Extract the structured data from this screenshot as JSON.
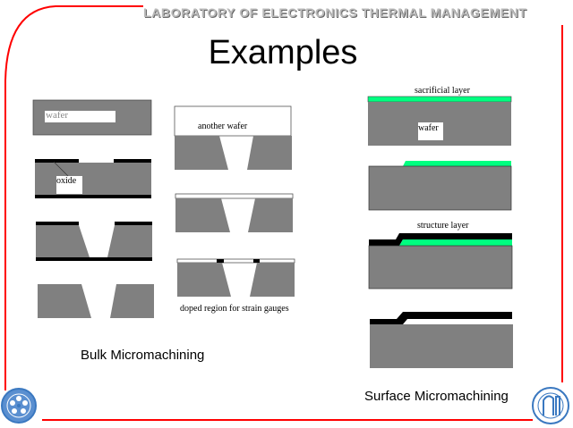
{
  "header": {
    "lab_name": "LABORATORY OF ELECTRONICS THERMAL MANAGEMENT"
  },
  "slide": {
    "title": "Examples",
    "bulk": {
      "caption": "Bulk Micromachining",
      "labels": {
        "wafer": "wafer",
        "oxide": "oxide",
        "another_wafer": "another wafer",
        "doped": "doped region for strain gauges"
      }
    },
    "surface": {
      "caption": "Surface Micromachining",
      "labels": {
        "sacrificial": "sacrificial layer",
        "wafer": "wafer",
        "structure": "structure layer"
      }
    }
  },
  "colors": {
    "frame": "#ff0000",
    "wafer": "#808080",
    "sacrificial": "#00ff80",
    "layer": "#000000",
    "logo": "#3a78c0"
  },
  "logos": {
    "left": "university-seal-left",
    "right": "university-seal-right"
  }
}
